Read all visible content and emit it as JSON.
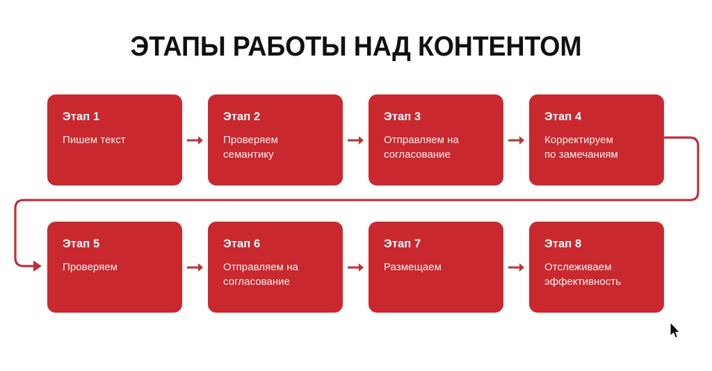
{
  "page": {
    "title": "ЭТАПЫ РАБОТЫ НАД КОНТЕНТОМ",
    "background_color": "#FFFFFF"
  },
  "theme": {
    "card_color": "#C9282F",
    "card_text_color": "#FFFFFF",
    "card_body_text_color": "#FDF2F2",
    "arrow_color": "#B8323A",
    "connector_color": "#B8323A",
    "title_color": "#111111"
  },
  "icons": {
    "arrow_right": "arrow-right-icon",
    "cursor": "mouse-cursor-icon"
  },
  "rows": [
    {
      "name": "row-1",
      "cards": [
        {
          "title": "Этап 1",
          "body": "Пишем текст"
        },
        {
          "title": "Этап 2",
          "body": "Проверяем\nсемантику"
        },
        {
          "title": "Этап 3",
          "body": "Отправляем на\nсогласование"
        },
        {
          "title": "Этап 4",
          "body": "Корректируем\nпо замечаниям"
        }
      ]
    },
    {
      "name": "row-2",
      "cards": [
        {
          "title": "Этап 5",
          "body": "Проверяем"
        },
        {
          "title": "Этап 6",
          "body": "Отправляем на\nсогласование"
        },
        {
          "title": "Этап 7",
          "body": "Размещаем"
        },
        {
          "title": "Этап 8",
          "body": "Отслеживаем\nэффективность"
        }
      ]
    }
  ]
}
